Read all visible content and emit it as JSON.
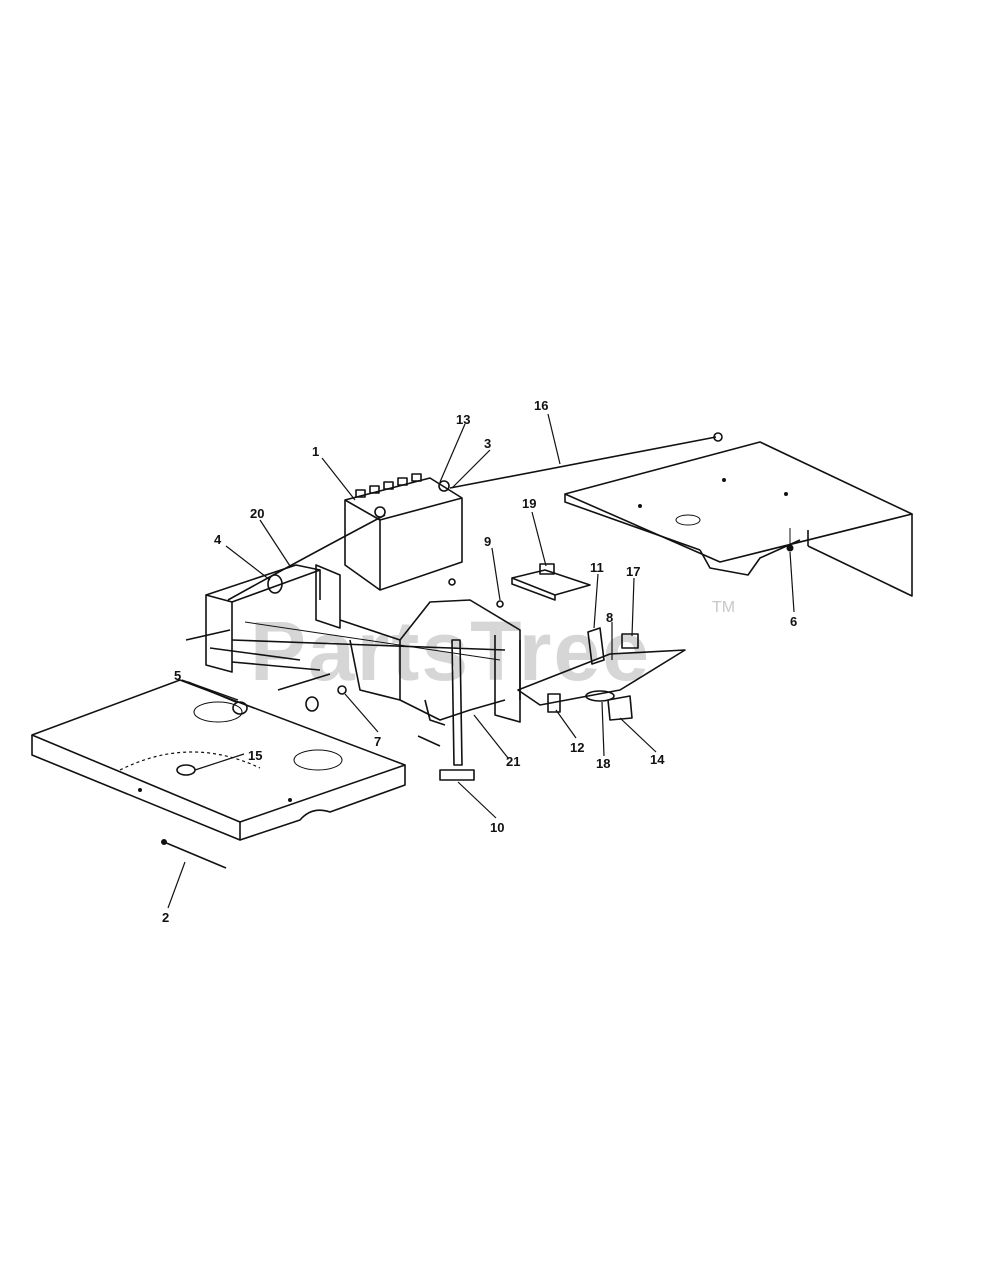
{
  "watermark": {
    "brand": "PartsTree",
    "trademark": "TM"
  },
  "callouts": [
    {
      "label": "1"
    },
    {
      "label": "2"
    },
    {
      "label": "3"
    },
    {
      "label": "4"
    },
    {
      "label": "5"
    },
    {
      "label": "6"
    },
    {
      "label": "7"
    },
    {
      "label": "8"
    },
    {
      "label": "9"
    },
    {
      "label": "10"
    },
    {
      "label": "11"
    },
    {
      "label": "12"
    },
    {
      "label": "13"
    },
    {
      "label": "14"
    },
    {
      "label": "15"
    },
    {
      "label": "16"
    },
    {
      "label": "17"
    },
    {
      "label": "18"
    },
    {
      "label": "19"
    },
    {
      "label": "20"
    },
    {
      "label": "21"
    }
  ]
}
